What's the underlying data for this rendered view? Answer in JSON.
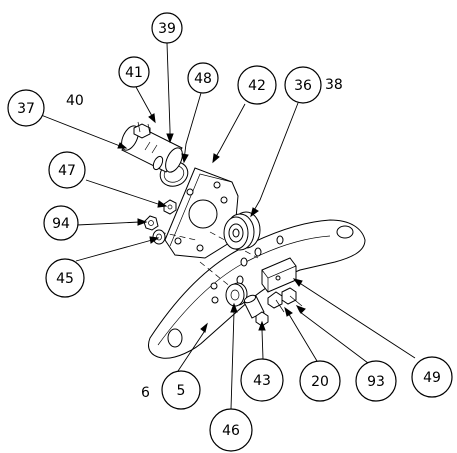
{
  "balloons": {
    "b39": "39",
    "b41": "41",
    "b48": "48",
    "b42": "42",
    "b36": "36",
    "b37": "37",
    "b47": "47",
    "b94": "94",
    "b45": "45",
    "b5": "5",
    "b43": "43",
    "b20": "20",
    "b93": "93",
    "b49": "49",
    "b46": "46"
  },
  "plain_labels": {
    "l40": "40",
    "l38": "38",
    "l6": "6"
  }
}
